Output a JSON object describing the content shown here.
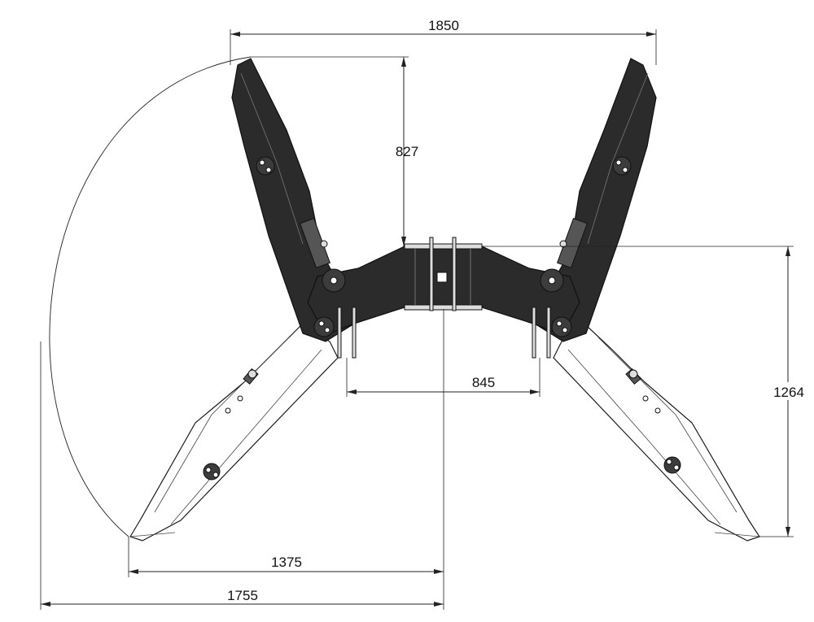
{
  "diagram": {
    "dimensions": {
      "overall_width": "1850",
      "upper_jaw_height": "827",
      "overall_height": "1264",
      "mount_spacing": "845",
      "lower_reach": "1375",
      "swing_reach": "1755"
    },
    "colors": {
      "plate": "#2b2b2b",
      "outline": "#111111",
      "background": "#ffffff"
    }
  }
}
